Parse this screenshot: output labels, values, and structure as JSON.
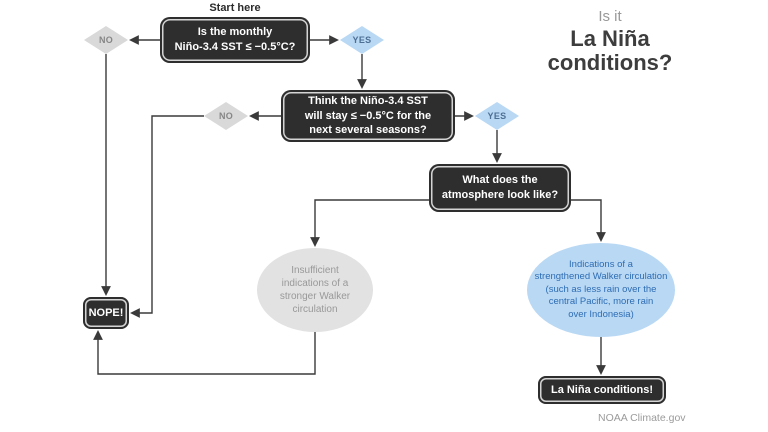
{
  "start_label": "Start here",
  "title": {
    "small": "Is it",
    "line1": "La Niña",
    "line2": "conditions?"
  },
  "labels": {
    "no": "NO",
    "yes": "YES"
  },
  "nodes": {
    "q1": {
      "lines": [
        "Is the monthly",
        "Niño-3.4 SST ≤ −0.5°C?"
      ]
    },
    "q2": {
      "lines": [
        "Think the Niño-3.4 SST",
        "will stay ≤ −0.5°C for the",
        "next several seasons?"
      ]
    },
    "q3": {
      "lines": [
        "What does the",
        "atmosphere look like?"
      ]
    },
    "gray_ellipse": {
      "lines": [
        "Insufficient",
        "indications of a",
        "stronger Walker",
        "circulation"
      ]
    },
    "blue_ellipse": {
      "lines": [
        "Indications of a",
        "strengthened Walker circulation",
        "(such as less rain over the",
        "central Pacific, more rain",
        "over Indonesia)"
      ]
    },
    "nope": "NOPE!",
    "final": "La Niña conditions!"
  },
  "credit": "NOAA Climate.gov",
  "colors": {
    "box_dark": "#2e2e2e",
    "box_text": "#ffffff",
    "diamond_no_bg": "#d9d9d9",
    "diamond_no_text": "#868686",
    "diamond_yes_bg": "#b9d8f4",
    "diamond_yes_text": "#4d6f94",
    "ellipse_gray_bg": "#e2e2e2",
    "ellipse_gray_text": "#999999",
    "ellipse_blue_bg": "#b9d8f4",
    "ellipse_blue_text": "#2e6db4",
    "edge": "#3a3a3a",
    "title_text": "#3d3d3d",
    "muted_text": "#999999"
  }
}
